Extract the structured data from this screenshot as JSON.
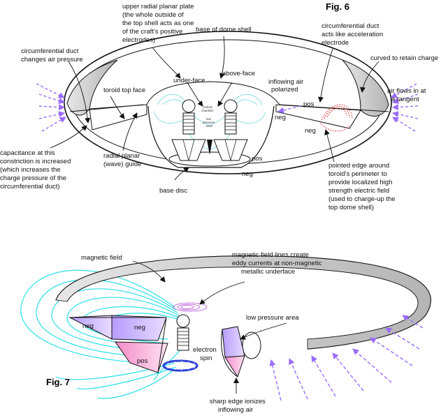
{
  "fig6": {
    "title": "Fig. 6",
    "labels": {
      "upper_plate_1": "upper radial planar plate",
      "upper_plate_2": "(the whole outside of",
      "upper_plate_3": "the top shell acts as one",
      "upper_plate_4": "of the craft's positive",
      "upper_plate_5": "electrodes)",
      "base_dome": "base of dome shell",
      "duct_accel_1": "circumferential duct",
      "duct_accel_2": "acts like acceleration",
      "duct_accel_3": "electrode",
      "curved": "curved to retain charge",
      "duct_pressure_1": "circumferential duct",
      "duct_pressure_2": "changes air pressure",
      "under_face": "under-face",
      "above_face": "above-face",
      "inflowing_1": "inflowing air",
      "inflowing_2": "polarized",
      "air_tangent_1": "air flows in at",
      "air_tangent_2": "a tangent",
      "toroid_top": "toroid top face",
      "central_1": "central",
      "central_2": "chamber",
      "lowp_1": "low",
      "lowp_2": "pressure",
      "lowp_3": "area",
      "pos_right": "pos",
      "neg_left": "neg",
      "neg_right": "neg",
      "pos_bottom": "pos",
      "neg_bottom": "neg",
      "capacitance_1": "capacitance at this",
      "capacitance_2": "constriction is increased",
      "capacitance_3": "(which increases the",
      "capacitance_4": "charge pressure of the",
      "capacitance_5": "circumferential duct)",
      "radial_guide_1": "radial planar",
      "radial_guide_2": "(wave) guide",
      "base_disc": "base disc",
      "pointed_1": "pointed edge around",
      "pointed_2": "toroid's perimeter to",
      "pointed_3": "provide localized high",
      "pointed_4": "strength electric field",
      "pointed_5": "(used to charge-up the",
      "pointed_6": "top dome shell)"
    }
  },
  "fig7": {
    "title": "Fig. 7",
    "labels": {
      "magnetic_field": "magnetic field",
      "eddy_1": "magnetic field lines create",
      "eddy_2": "eddy currents at non-magnetic",
      "eddy_3": "metallic underface",
      "low_pressure": "low pressure area",
      "neg_1": "neg",
      "neg_2": "neg",
      "pos": "pos",
      "electron_1": "electron",
      "electron_2": "spin",
      "sharp_1": "sharp edge ionizes",
      "sharp_2": "inflowing air"
    }
  },
  "colors": {
    "airflow": "#9b6bff",
    "magnetic": "#29e0e8",
    "neg_fill": "#c9b3ff",
    "pos_fill": "#f5a6d6",
    "field_lines": "#7fdde3",
    "charge_red": "#e03030",
    "shell_gray": "#cfcfcf",
    "electron_blue": "#2b3fd6"
  }
}
